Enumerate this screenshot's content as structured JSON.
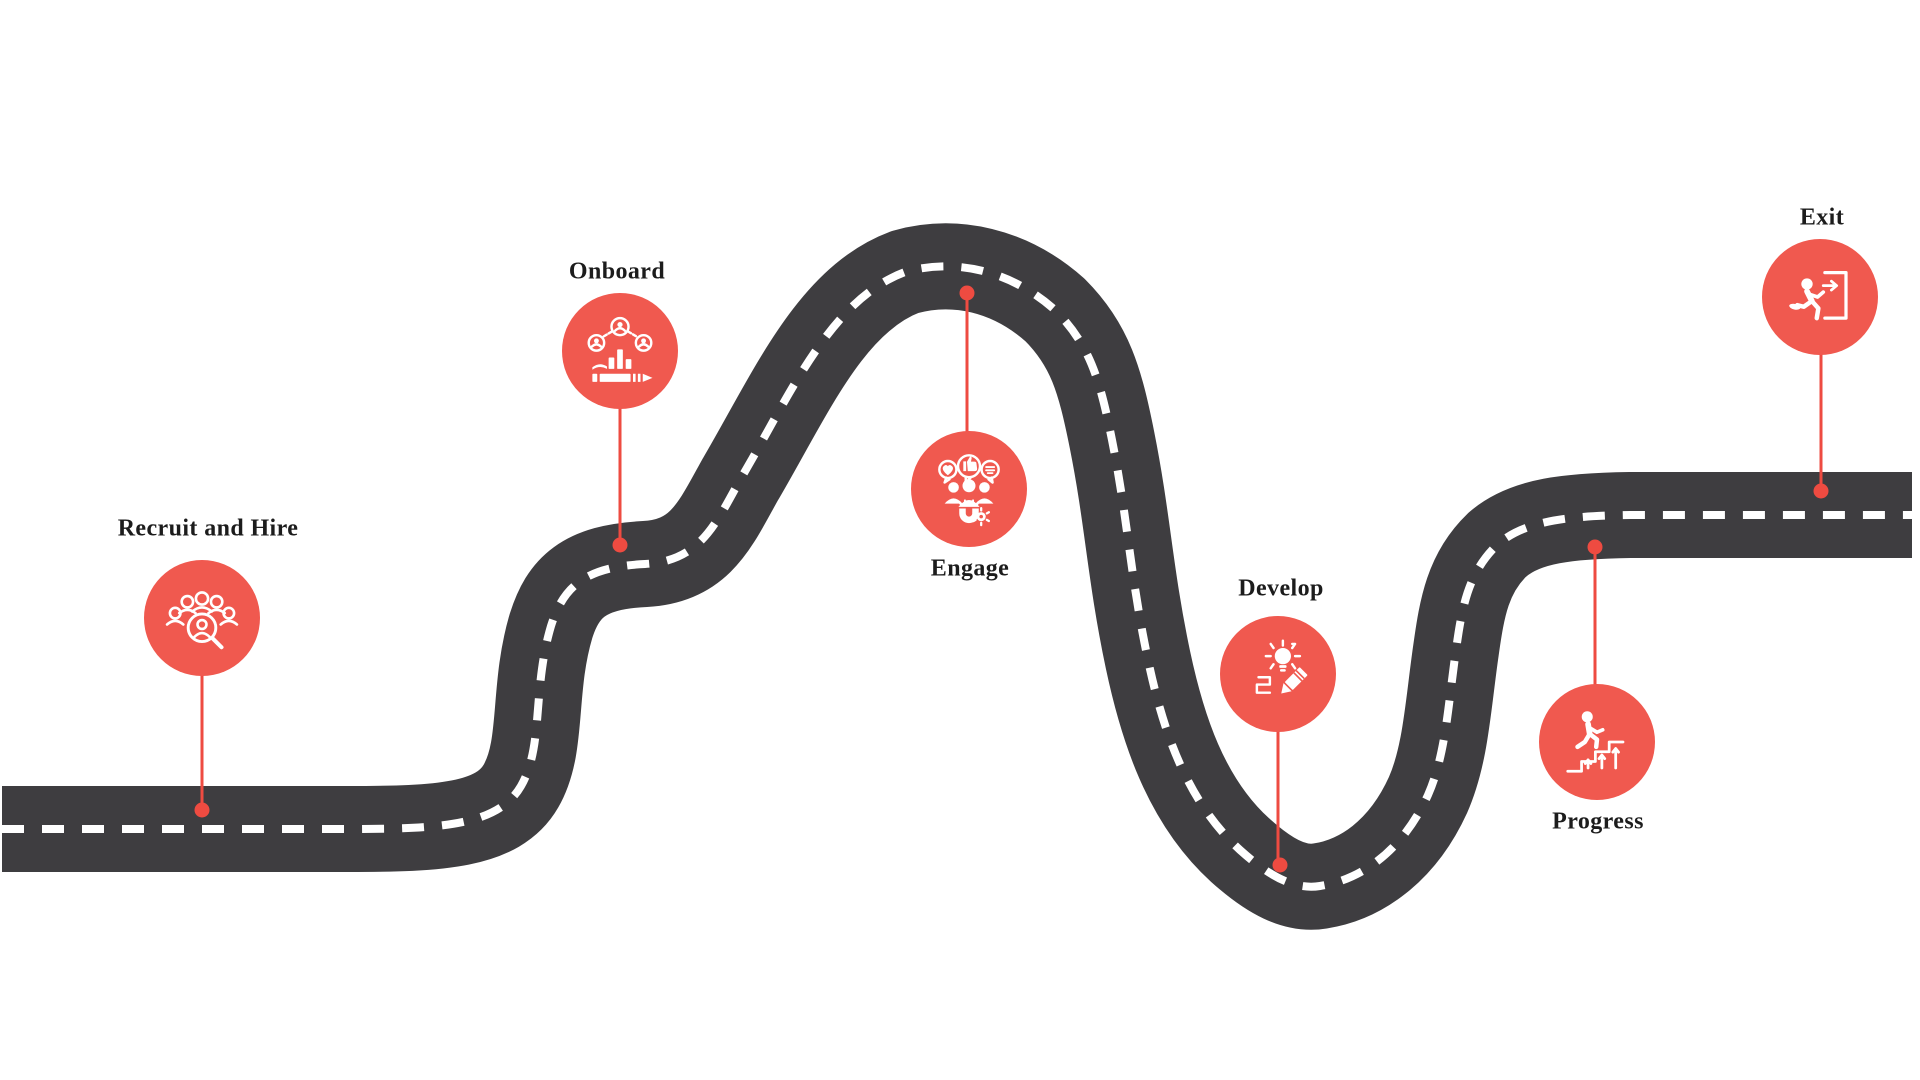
{
  "diagram": {
    "background": "#FFFFFF"
  },
  "colors": {
    "road": "#3E3D40",
    "road_dash": "#FFFFFF",
    "badge": "#F0594F",
    "connector": "#EE4B41",
    "label_text": "#1C1C1C",
    "background": "#FFFFFF"
  },
  "milestones": [
    {
      "label": "Recruit and Hire",
      "icon": "crowd-magnifier-icon",
      "label_position": "above-badge",
      "dot_side": "below"
    },
    {
      "label": "Onboard",
      "icon": "team-network-chart-pencil-icon",
      "label_position": "above-badge",
      "dot_side": "below"
    },
    {
      "label": "Engage",
      "icon": "people-feedback-magnet-icon",
      "label_position": "below-badge",
      "dot_side": "above"
    },
    {
      "label": "Develop",
      "icon": "lightbulb-pencil-path-icon",
      "label_position": "above-badge",
      "dot_side": "below"
    },
    {
      "label": "Progress",
      "icon": "person-climbing-stairs-icon",
      "label_position": "below-badge",
      "dot_side": "above"
    },
    {
      "label": "Exit",
      "icon": "person-exit-door-icon",
      "label_position": "above-badge",
      "dot_side": "below"
    }
  ]
}
